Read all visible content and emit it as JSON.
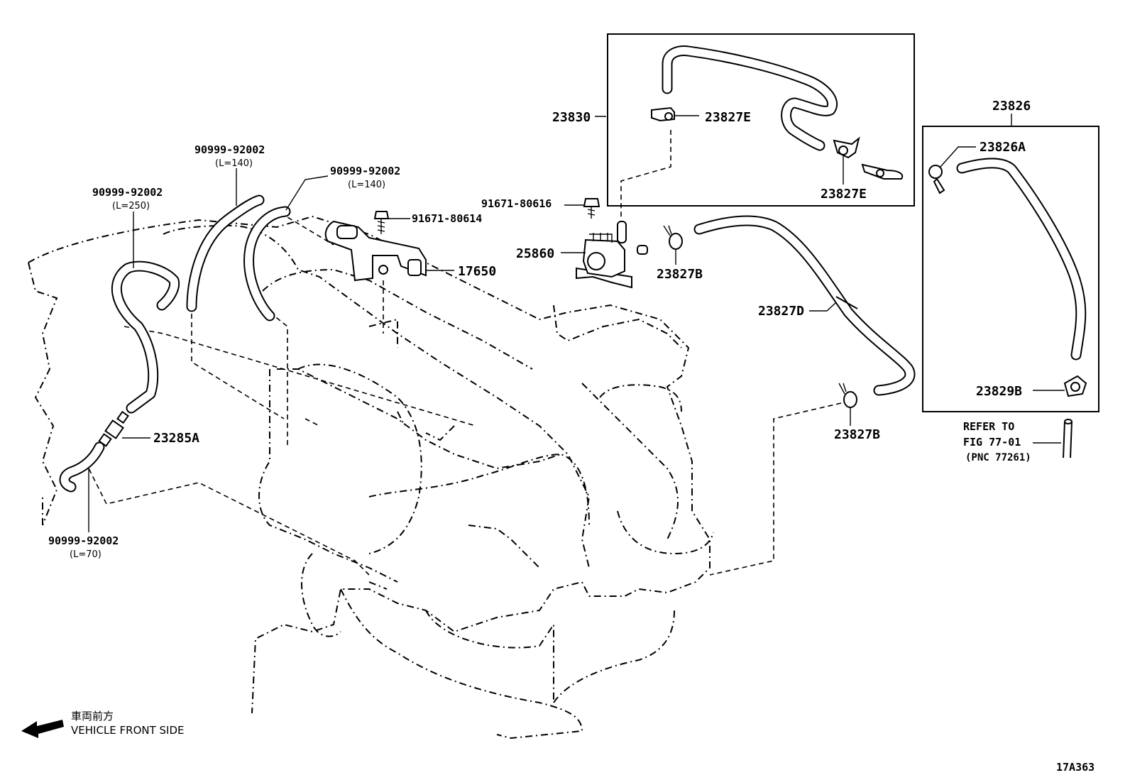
{
  "labels": {
    "hose_250": "90999-92002",
    "hose_250_len": "(L=250)",
    "hose_140a": "90999-92002",
    "hose_140a_len": "(L=140)",
    "hose_140b": "90999-92002",
    "hose_140b_len": "(L=140)",
    "hose_70": "90999-92002",
    "hose_70_len": "(L=70)",
    "bolt_614": "91671-80614",
    "bolt_616": "91671-80616",
    "bracket": "17650",
    "vsv": "25860",
    "hose_set": "23830",
    "clamp_e1": "23827E",
    "clamp_e2": "23827E",
    "clamp_b1": "23827B",
    "clamp_b2": "23827B",
    "hose_d": "23827D",
    "assy": "23826",
    "clip_a": "23826A",
    "clip_b": "23829B",
    "valve": "23285A",
    "refer_line1": "REFER TO",
    "refer_line2": "FIG 77-01",
    "refer_line3": "(PNC 77261)",
    "front_jp": "車両前方",
    "front_en": "VEHICLE FRONT SIDE",
    "figure_id": "17A363"
  }
}
